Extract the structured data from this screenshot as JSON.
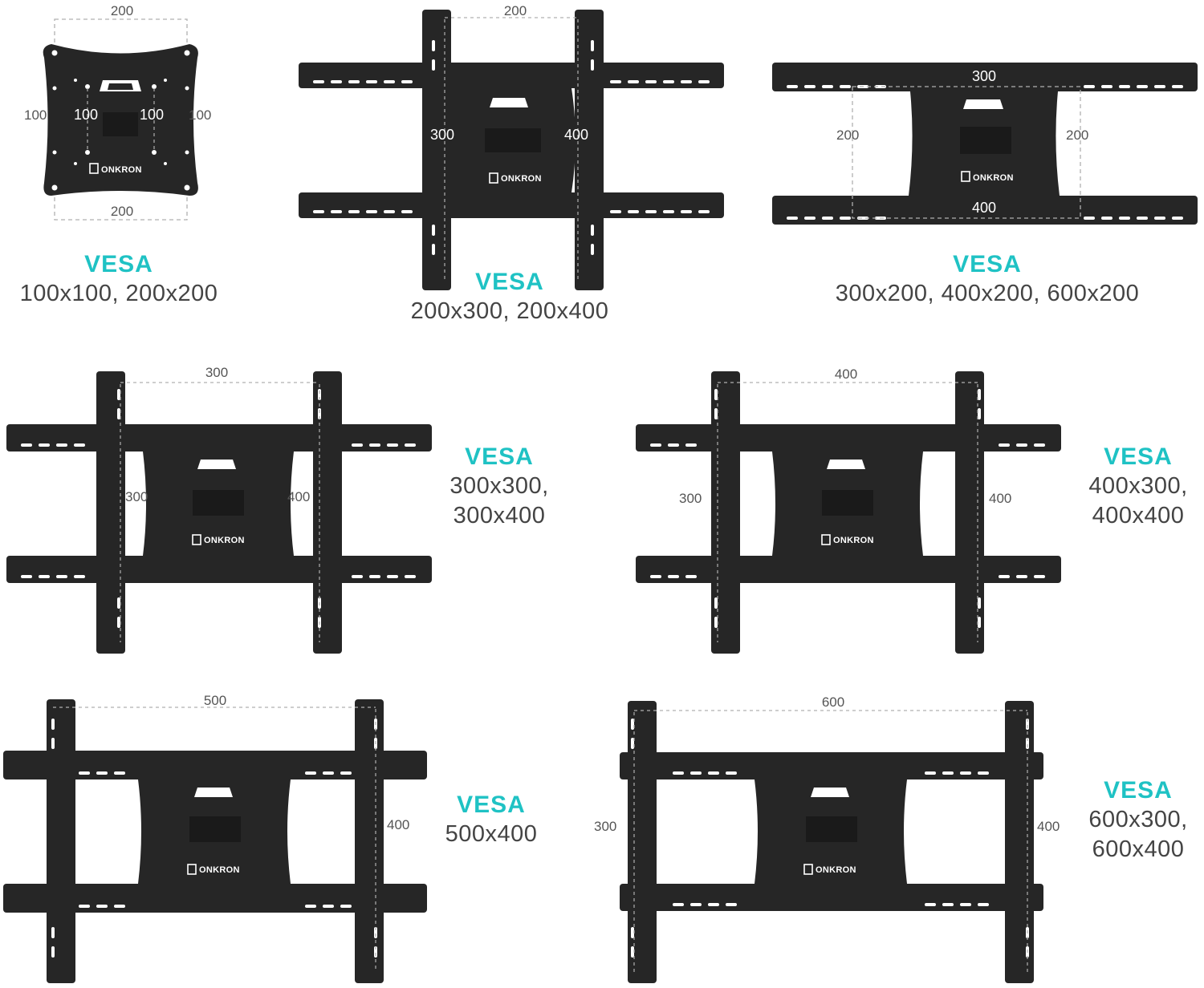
{
  "colors": {
    "accent": "#1fc2c4",
    "text": "#444444",
    "mount": "#262626",
    "dim_line": "#b0b0b0"
  },
  "brand_label": "ONKRON",
  "panels": [
    {
      "id": "p1",
      "vesa_label": "VESA",
      "sizes": [
        "100x100, 200x200"
      ],
      "dims": {
        "top": "200",
        "bottom": "200",
        "left_outer": "100",
        "left_inner": "100",
        "right_inner": "100",
        "right_outer": "100"
      }
    },
    {
      "id": "p2",
      "vesa_label": "VESA",
      "sizes": [
        "200x300, 200x400"
      ],
      "dims": {
        "top": "200",
        "left": "300",
        "right": "400"
      }
    },
    {
      "id": "p3",
      "vesa_label": "VESA",
      "sizes": [
        "300x200, 400x200, 600x200"
      ],
      "dims": {
        "top": "300",
        "bottom": "400",
        "left": "200",
        "right": "200"
      }
    },
    {
      "id": "p4",
      "vesa_label": "VESA",
      "sizes": [
        "300x300,",
        "300x400"
      ],
      "dims": {
        "top": "300",
        "left": "300",
        "right": "400"
      }
    },
    {
      "id": "p5",
      "vesa_label": "VESA",
      "sizes": [
        "400x300,",
        "400x400"
      ],
      "dims": {
        "top": "400",
        "left": "300",
        "right": "400"
      }
    },
    {
      "id": "p6",
      "vesa_label": "VESA",
      "sizes": [
        "500x400"
      ],
      "dims": {
        "top": "500",
        "right": "400"
      }
    },
    {
      "id": "p7",
      "vesa_label": "VESA",
      "sizes": [
        "600x300,",
        "600x400"
      ],
      "dims": {
        "top": "600",
        "left": "300",
        "right": "400"
      }
    }
  ]
}
